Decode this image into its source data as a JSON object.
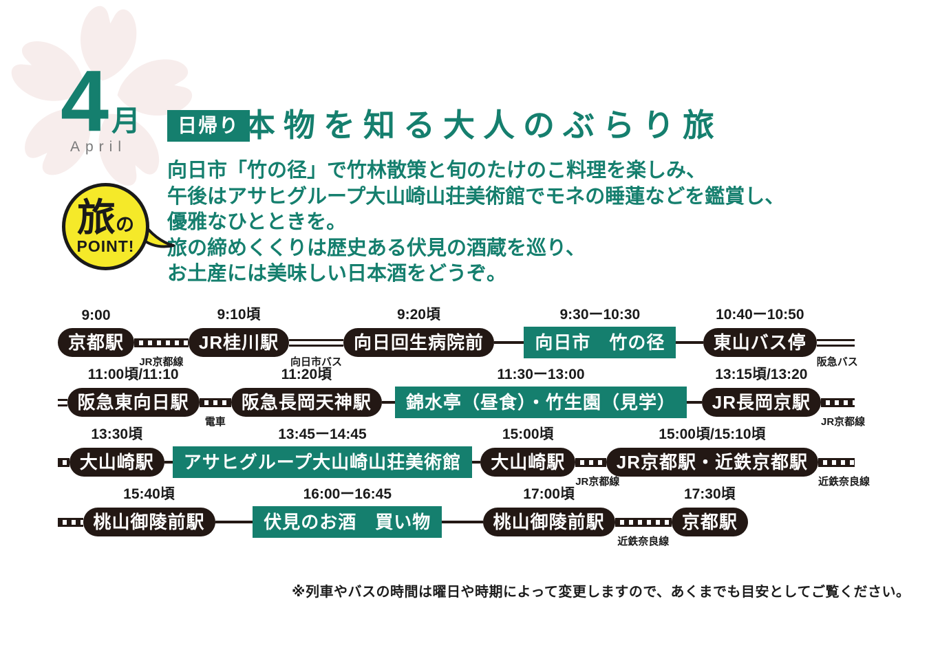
{
  "colors": {
    "teal": "#157F6E",
    "ink": "#231814",
    "yellow": "#F5E929",
    "sakura_pink": "#F7EDEC",
    "gray": "#7A7A7A"
  },
  "month": {
    "number": "4",
    "unit": "月",
    "english": "April"
  },
  "trip_type_badge": "日帰り",
  "title": "本物を知る大人のぶらり旅",
  "point_badge": {
    "word_travel": "旅",
    "particle": "の",
    "word_point": "POINT!"
  },
  "description": {
    "lines": [
      "向日市「竹の径」で竹林散策と旬のたけのこ料理を楽しみ、",
      "午後はアサヒグループ大山崎山荘美術館でモネの睡蓮などを鑑賞し、",
      "優雅なひとときを。",
      "旅の締めくくりは歴史ある伏見の酒蔵を巡り、",
      "お土産には美味しい日本酒をどうぞ。"
    ]
  },
  "timeline": {
    "rows": [
      {
        "items": [
          {
            "time": "9:00",
            "label": "京都駅"
          },
          {
            "rail": "JR京都線"
          },
          {
            "time": "9:10頃",
            "label": "JR桂川駅"
          },
          {
            "rail": "向日市バス"
          },
          {
            "time": "9:20頃",
            "label": "向日回生病院前"
          },
          {},
          {
            "time": "9:30ー10:30",
            "label": "向日市　竹の径"
          },
          {},
          {
            "time": "10:40ー10:50",
            "label": "東山バス停"
          },
          {
            "rail": "阪急バス"
          }
        ]
      },
      {
        "items": [
          {},
          {
            "time": "11:00頃/11:10",
            "label": "阪急東向日駅"
          },
          {
            "rail": "電車"
          },
          {
            "time": "11:20頃",
            "label": "阪急長岡天神駅"
          },
          {},
          {
            "time": "11:30ー13:00",
            "label": "錦水亭（昼食）・竹生園（見学）"
          },
          {},
          {
            "time": "13:15頃/13:20",
            "label": "JR長岡京駅"
          },
          {
            "rail": "JR京都線"
          }
        ]
      },
      {
        "items": [
          {},
          {
            "time": "13:30頃",
            "label": "大山崎駅"
          },
          {},
          {
            "time": "13:45ー14:45",
            "label": "アサヒグループ大山崎山荘美術館"
          },
          {},
          {
            "time": "15:00頃",
            "label": "大山崎駅"
          },
          {
            "rail": "JR京都線"
          },
          {
            "time": "15:00頃/15:10頃",
            "label": "JR京都駅・近鉄京都駅"
          },
          {
            "rail": "近鉄奈良線"
          }
        ]
      },
      {
        "items": [
          {},
          {
            "time": "15:40頃",
            "label": "桃山御陵前駅"
          },
          {},
          {
            "time": "16:00ー16:45",
            "label": "伏見のお酒　買い物"
          },
          {},
          {
            "time": "17:00頃",
            "label": "桃山御陵前駅"
          },
          {
            "rail": "近鉄奈良線"
          },
          {
            "time": "17:30頃",
            "label": "京都駅"
          }
        ]
      }
    ]
  },
  "footnote": "※列車やバスの時間は曜日や時期によって変更しますので、あくまでも目安としてご覧ください。"
}
